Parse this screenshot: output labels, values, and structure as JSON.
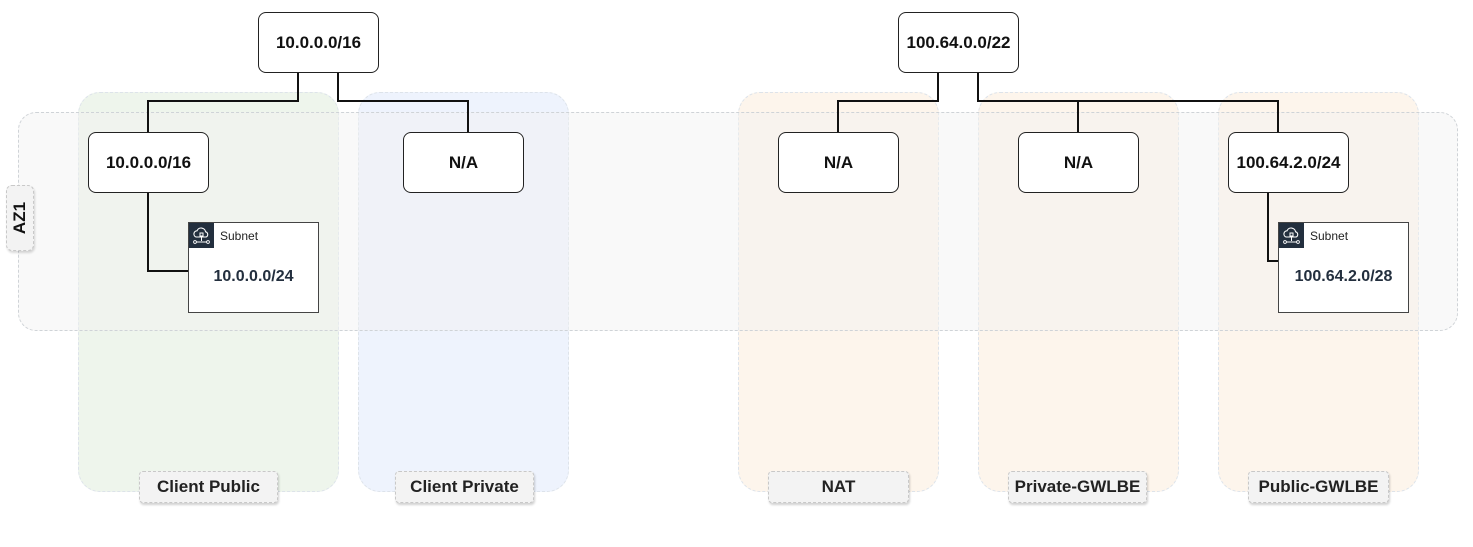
{
  "columns": {
    "client_public": "Client Public",
    "client_private": "Client Private",
    "nat": "NAT",
    "private_gwlbe": "Private-GWLBE",
    "public_gwlbe": "Public-GWLBE"
  },
  "az_label": "AZ1",
  "client_vpc": {
    "cidr": "10.0.0.0/16",
    "public_cidr": "10.0.0.0/16",
    "private_cidr": "N/A",
    "subnet": {
      "label": "Subnet",
      "cidr": "10.0.0.0/24"
    }
  },
  "inspection_vpc": {
    "cidr": "100.64.0.0/22",
    "nat_cidr": "N/A",
    "private_gwlbe_cidr": "N/A",
    "public_gwlbe_cidr": "100.64.2.0/24",
    "subnet": {
      "label": "Subnet",
      "cidr": "100.64.2.0/28"
    }
  },
  "icons": {
    "subnet": "vpc-subnet-cloud-icon"
  },
  "colors": {
    "client_public_bg": "#eef5ec",
    "client_private_bg": "#eef3fd",
    "inspection_bg": "#fdf5ec",
    "icon_bg": "#232f3e"
  }
}
